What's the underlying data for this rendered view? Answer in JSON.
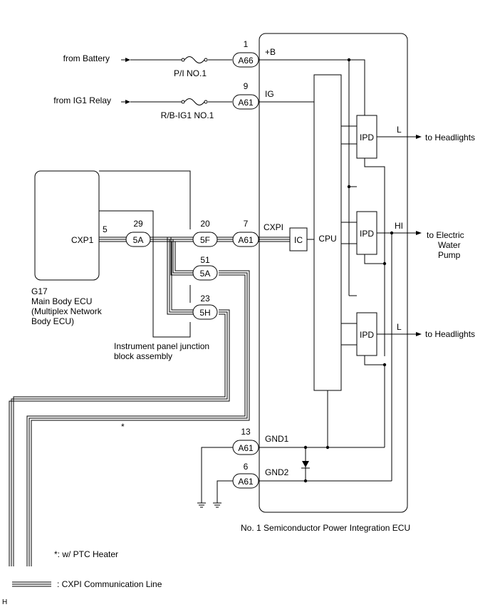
{
  "inputs": {
    "battery": "from Battery",
    "ig1": "from IG1 Relay"
  },
  "fuses": {
    "pi": "P/I NO.1",
    "rb": "R/B-IG1 NO.1"
  },
  "connectors": {
    "a66": "A66",
    "a61_ig": "A61",
    "a61_cxpi": "A61",
    "a61_gnd1": "A61",
    "a61_gnd2": "A61",
    "c5a_top": "5A",
    "c5f": "5F",
    "c5a_mid": "5A",
    "c5h": "5H"
  },
  "pins": {
    "p1": "1",
    "p9": "9",
    "p29": "29",
    "p20": "20",
    "p7": "7",
    "p51": "51",
    "p23": "23",
    "p13": "13",
    "p6": "6",
    "p5": "5"
  },
  "signals": {
    "plusb": "+B",
    "ig": "IG",
    "cxpi": "CXPI",
    "gnd1": "GND1",
    "gnd2": "GND2"
  },
  "ecu": {
    "name": "No. 1 Semiconductor Power Integration ECU",
    "cpu": "CPU",
    "ic": "IC",
    "ipd1": "IPD",
    "ipd2": "IPD",
    "ipd3": "IPD"
  },
  "outputs": {
    "l1": "L",
    "hi": "HI",
    "l2": "L",
    "headlights1": "to Headlights",
    "pump_line1": "to Electric",
    "pump_line2": "Water",
    "pump_line3": "Pump",
    "headlights2": "to Headlights"
  },
  "body_ecu": {
    "port": "CXP1",
    "code": "G17",
    "line1": "Main Body ECU",
    "line2": "(Multiplex Network",
    "line3": "Body ECU)"
  },
  "junction": {
    "line1": "Instrument panel junction",
    "line2": "block assembly"
  },
  "notes": {
    "star": "*",
    "ptc": "*: w/ PTC Heater",
    "legend": ": CXPI Communication Line",
    "corner": "H"
  }
}
